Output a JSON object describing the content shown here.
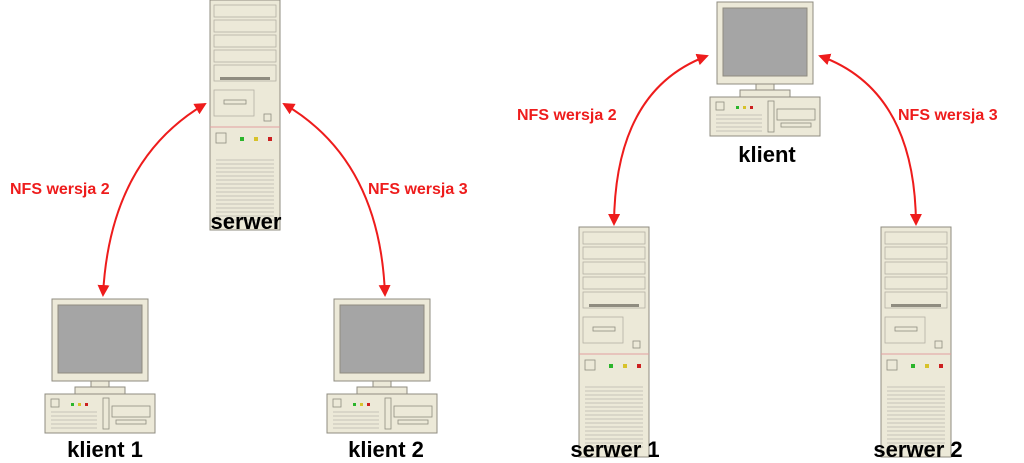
{
  "colors": {
    "arrow": "#ee1c1c",
    "case_fill": "#ece9d8",
    "case_stroke": "#8f8c80",
    "screen": "#a5a5a5",
    "led_green": "#2bb52b",
    "led_yellow": "#d7c22a",
    "led_red": "#cc2020"
  },
  "left_diagram": {
    "server_label": "serwer",
    "client1_label": "klient 1",
    "client2_label": "klient 2",
    "edge_left_label": "NFS wersja 2",
    "edge_right_label": "NFS wersja 3"
  },
  "right_diagram": {
    "client_label": "klient",
    "server1_label": "serwer 1",
    "server2_label": "serwer 2",
    "edge_left_label": "NFS wersja 2",
    "edge_right_label": "NFS wersja 3"
  }
}
